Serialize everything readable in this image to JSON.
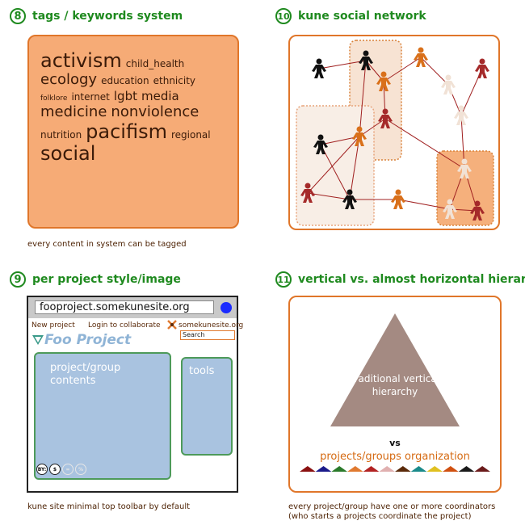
{
  "sections": {
    "tags": {
      "number": "8",
      "title": "tags / keywords system",
      "caption": "every content in system can be tagged"
    },
    "network": {
      "number": "10",
      "title": "kune social network"
    },
    "project": {
      "number": "9",
      "title": "per project style/image",
      "caption": "kune site minimal top toolbar by default"
    },
    "hierarchy": {
      "number": "11",
      "title": "vertical vs. almost horizontal hierarchy",
      "caption_line1": "every project/group have one or more coordinators",
      "caption_line2": "(who starts a projects coordinate the project)"
    }
  },
  "tag_cloud": {
    "lines": [
      [
        {
          "text": "activism",
          "size": 5
        },
        {
          "text": "child_health",
          "size": 2
        }
      ],
      [
        {
          "text": "ecology",
          "size": 4
        },
        {
          "text": "education",
          "size": 2
        },
        {
          "text": "ethnicity",
          "size": 2
        }
      ],
      [
        {
          "text": "folklore",
          "size": 1
        },
        {
          "text": "internet",
          "size": 2
        },
        {
          "text": "lgbt",
          "size": 3
        },
        {
          "text": "media",
          "size": 3
        }
      ],
      [
        {
          "text": "medicine",
          "size": 4
        },
        {
          "text": "nonviolence",
          "size": 4
        }
      ],
      [
        {
          "text": "nutrition",
          "size": 2
        },
        {
          "text": "pacifism",
          "size": 5
        },
        {
          "text": "regional",
          "size": 2
        }
      ],
      [
        {
          "text": "social",
          "size": 5
        }
      ]
    ]
  },
  "browser": {
    "url": "fooproject.somekunesite.org",
    "new_project": "New project",
    "login": "Login to collaborate",
    "site_name": "somekunesite.org",
    "search_placeholder": "Search",
    "project_title": "Foo Project",
    "contents_label": "project/group contents",
    "tools_label": "tools",
    "license_badges": [
      "BY:",
      "$",
      "=",
      "%"
    ]
  },
  "hierarchy_panel": {
    "triangle_label": "traditional vertical hierarchy",
    "vs": "vs",
    "orgs_label": "projects/groups organization",
    "colors": {
      "triangle": "#a48a82",
      "org_blocks": [
        "#8a1010",
        "#1a1a8a",
        "#2a7a2a",
        "#e07a30",
        "#b22222",
        "#e0b0b0",
        "#5a2a0a",
        "#1a8a8a",
        "#e0c020",
        "#d05010",
        "#1a1a1a",
        "#6a1a1a"
      ]
    }
  },
  "colors": {
    "accent_green": "#1f8a1f",
    "orange_border": "#e0762a",
    "tag_bg": "#f6ab76"
  }
}
